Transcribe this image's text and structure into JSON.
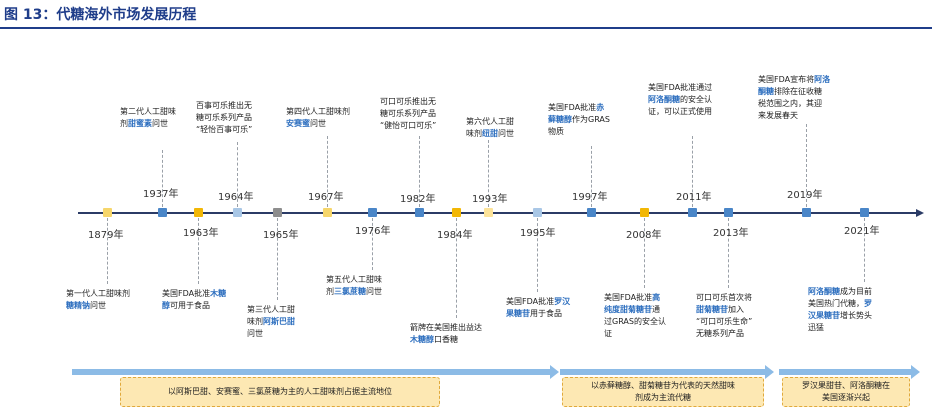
{
  "title": "图 13：代糖海外市场发展历程",
  "colors": {
    "title": "#1f3d8a",
    "highlight": "#2e6fbf",
    "axis": "#2b3b66",
    "band": "#8cbbe6",
    "era_fill": "#fde8b3",
    "era_border": "#e0a93b"
  },
  "events": [
    {
      "year": "1879年",
      "marker_color": "yellow",
      "pre": "第一代人工甜味剂\n",
      "hl": "糖精钠",
      "post": "问世"
    },
    {
      "year": "1937年",
      "marker_color": "blue",
      "pre": "第二代人工甜味\n剂",
      "hl": "甜蜜素",
      "post": "问世"
    },
    {
      "year": "1963年",
      "marker_color": "gold",
      "pre": "美国FDA批准",
      "hl": "木糖\n醇",
      "post": "可用于食品"
    },
    {
      "year": "1964年",
      "marker_color": "lightblue",
      "pre": "百事可乐推出无\n糖可乐系列产品\n“轻怡百事可乐”",
      "hl": "",
      "post": ""
    },
    {
      "year": "1965年",
      "marker_color": "gray",
      "pre": "第三代人工甜\n味剂",
      "hl": "阿斯巴甜",
      "post": "\n问世"
    },
    {
      "year": "1967年",
      "marker_color": "yellow",
      "pre": "第四代人工甜味剂\n",
      "hl": "安赛蜜",
      "post": "问世"
    },
    {
      "year": "1976年",
      "marker_color": "blue",
      "pre": "第五代人工甜味\n剂",
      "hl": "三氯蔗糖",
      "post": "问世"
    },
    {
      "year": "1982年",
      "marker_color": "blue",
      "pre": "可口可乐推出无\n糖可乐系列产品\n“健怡可口可乐”",
      "hl": "",
      "post": ""
    },
    {
      "year": "1984年",
      "marker_color": "gold",
      "pre": "箭牌在美国推出益达\n",
      "hl": "木糖醇",
      "post": "口香糖"
    },
    {
      "year": "1993年",
      "marker_color": "cream",
      "pre": "第六代人工甜\n味剂",
      "hl": "纽甜",
      "post": "问世"
    },
    {
      "year": "1995年",
      "marker_color": "lightblue",
      "pre": "美国FDA批准",
      "hl": "罗汉\n果糖苷",
      "post": "用于食品"
    },
    {
      "year": "1997年",
      "marker_color": "blue",
      "pre": "美国FDA批准",
      "hl": "赤\n藓糖醇",
      "post": "作为GRAS\n物质"
    },
    {
      "year": "2008年",
      "marker_color": "gold",
      "pre": "美国FDA批准",
      "hl": "高\n纯度甜菊糖苷",
      "post": "通\n过GRAS的安全认\n证"
    },
    {
      "year": "2011年",
      "marker_color": "blue",
      "pre": "美国FDA批准通过\n",
      "hl": "阿洛酮糖",
      "post": "的安全认\n证，可以正式使用"
    },
    {
      "year": "2013年",
      "marker_color": "blue",
      "pre": "可口可乐首次将\n",
      "hl": "甜菊糖苷",
      "post": "加入\n“可口可乐生命”\n无糖系列产品"
    },
    {
      "year": "2019年",
      "marker_color": "blue",
      "pre": "美国FDA宣布将",
      "hl": "阿洛\n酮糖",
      "post": "排除在征收糖\n税范围之内，其迎\n来发展春天"
    },
    {
      "year": "2021年",
      "marker_color": "blue",
      "pre": "",
      "hl": "阿洛酮糖",
      "post": "成为目前\n美国热门代糖，",
      "hl2": "罗\n汉果糖苷",
      "post2": "增长势头\n迅猛"
    }
  ],
  "eras": [
    "以阿斯巴甜、安赛蜜、三氯蔗糖为主的人工甜味剂占据主流地位",
    "以赤藓糖醇、甜菊糖苷为代表的天然甜味\n剂成为主流代糖",
    "罗汉果甜苷、阿洛酮糖在\n美国逐渐兴起"
  ]
}
